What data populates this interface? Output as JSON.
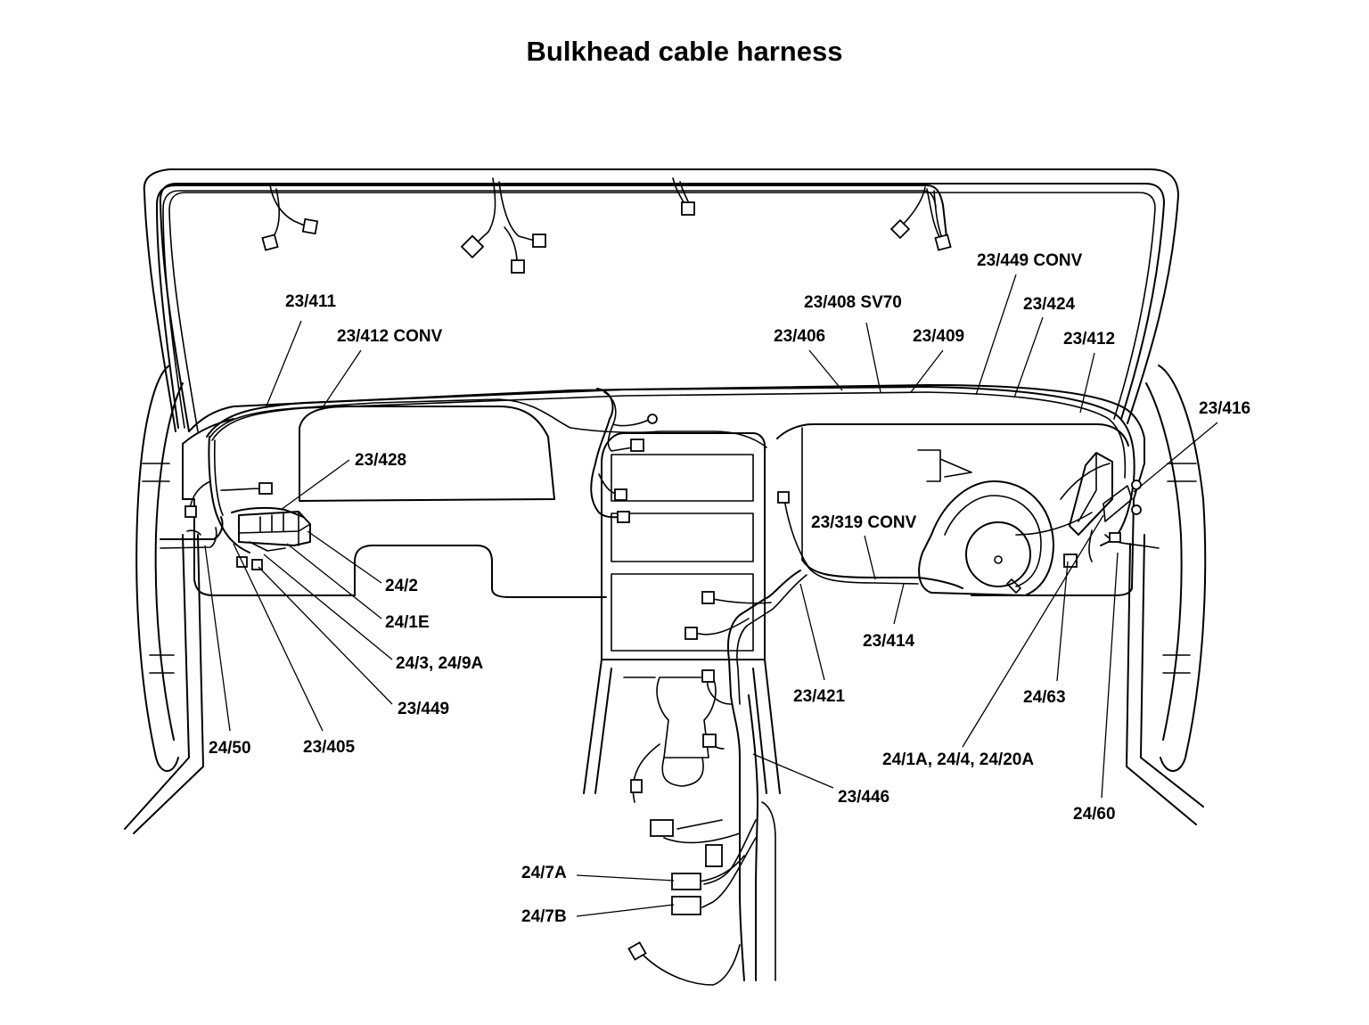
{
  "title": "Bulkhead cable harness",
  "labels": {
    "l_23_411": "23/411",
    "l_23_412_conv": "23/412 CONV",
    "l_23_428": "23/428",
    "l_24_2": "24/2",
    "l_24_1e": "24/1E",
    "l_24_3_24_9a": "24/3, 24/9A",
    "l_23_449": "23/449",
    "l_24_50": "24/50",
    "l_23_405": "23/405",
    "l_23_408_sv70": "23/408 SV70",
    "l_23_406": "23/406",
    "l_23_409": "23/409",
    "l_23_449_conv": "23/449 CONV",
    "l_23_424": "23/424",
    "l_23_412": "23/412",
    "l_23_416": "23/416",
    "l_23_319_conv": "23/319 CONV",
    "l_23_414": "23/414",
    "l_23_421": "23/421",
    "l_24_63": "24/63",
    "l_24_1a_24_4_24_20a": "24/1A, 24/4, 24/20A",
    "l_24_60": "24/60",
    "l_23_446": "23/446",
    "l_24_7a": "24/7A",
    "l_24_7b": "24/7B"
  }
}
